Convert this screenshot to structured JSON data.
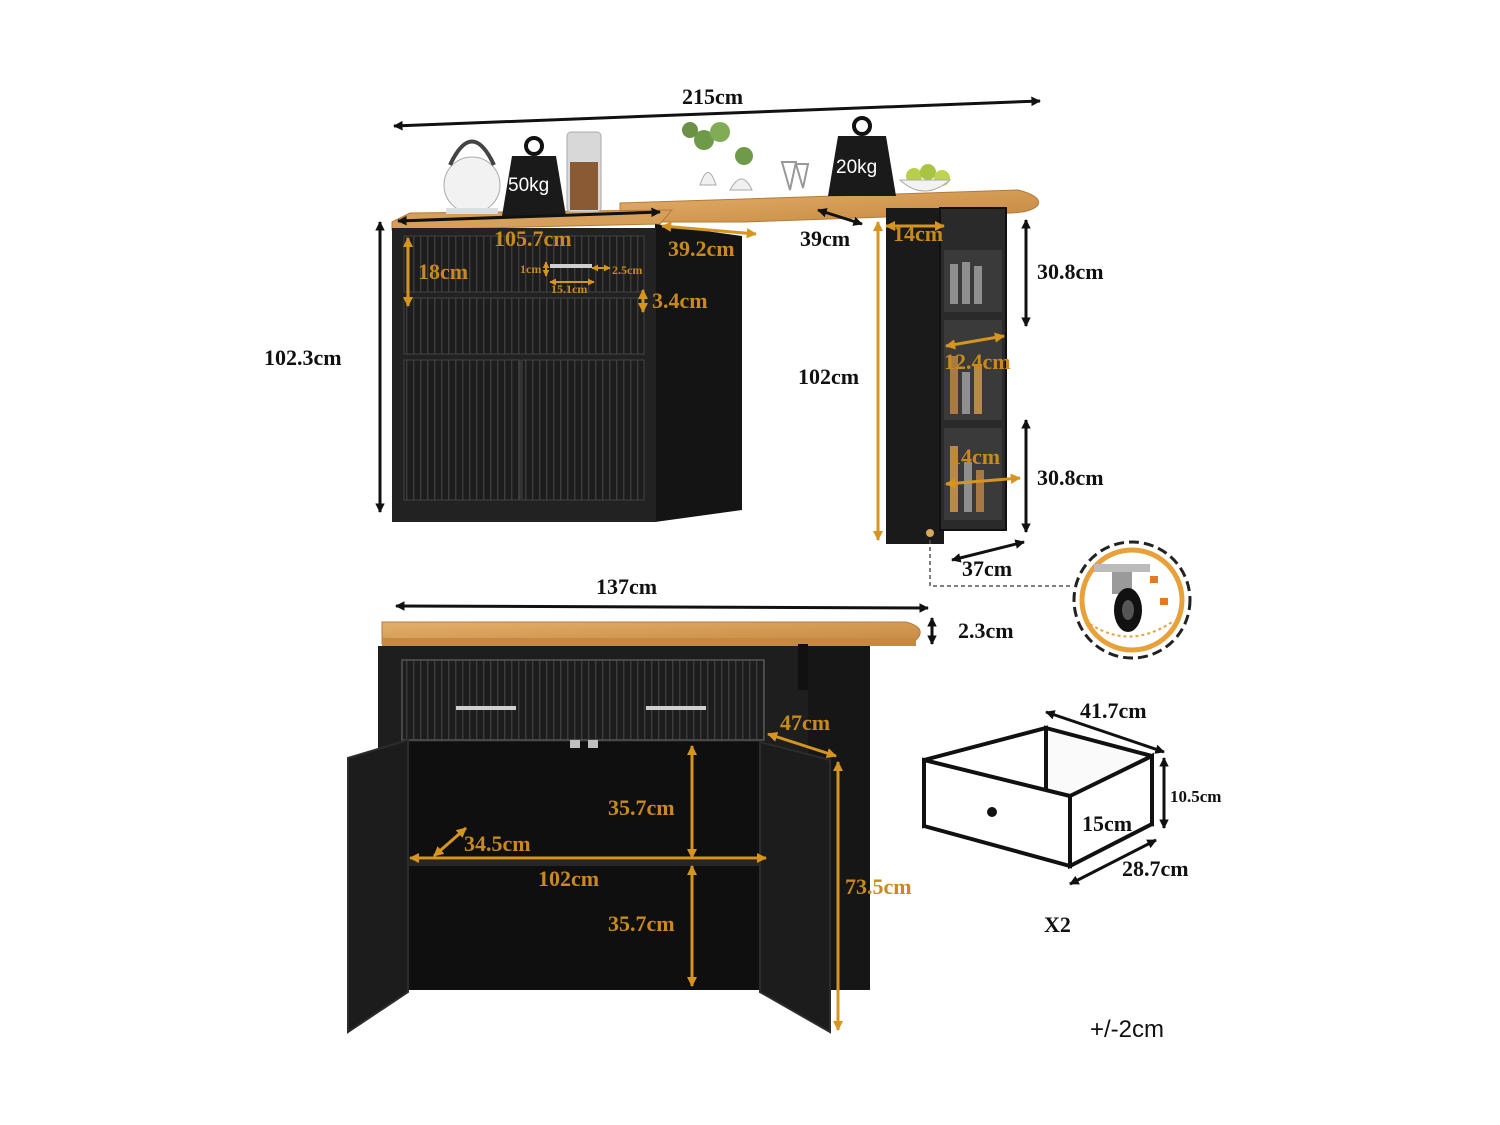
{
  "colors": {
    "wood": "#d9a45f",
    "wood_dark": "#b97f3c",
    "cabinet": "#1c1c1c",
    "cabinet_line": "#3a3a3a",
    "gold_dim": "#c88a1c",
    "black_dim": "#111111",
    "caster_ring": "#e8a13a"
  },
  "icons": [
    "kettle-icon",
    "weight-icon",
    "jar-icon",
    "plant-icon",
    "glass-icon",
    "fruit-bowl-icon",
    "caster-wheel-icon",
    "lock-icon",
    "unlock-icon"
  ],
  "top_view": {
    "total_width": "215cm",
    "load_left": "50kg",
    "load_right": "20kg",
    "cabinet_width": "105.7cm",
    "cabinet_height": "102.3cm",
    "drawer_height": "18cm",
    "handle_offset": "1cm",
    "handle_length": "15.1cm",
    "handle_gap": "2.5cm",
    "drawer_gap": "3.4cm",
    "side_depth": "39.2cm",
    "overhang": "39cm",
    "rack_width": "14cm",
    "rack_height": "102cm",
    "shelf_height_top": "30.8cm",
    "shelf_inner_depth_top": "12.4cm",
    "shelf_inner_depth_bottom": "14cm",
    "shelf_height_bottom": "30.8cm",
    "rack_depth": "37cm"
  },
  "front_view": {
    "top_width": "137cm",
    "top_thickness": "2.3cm",
    "cabinet_depth": "47cm",
    "shelf_depth": "34.5cm",
    "inner_width": "102cm",
    "upper_height": "35.7cm",
    "lower_height": "35.7cm",
    "door_height": "73.5cm"
  },
  "drawer": {
    "length": "41.7cm",
    "height": "10.5cm",
    "front_height": "15cm",
    "width": "28.7cm",
    "quantity": "X2"
  },
  "tolerance": "+/-2cm"
}
